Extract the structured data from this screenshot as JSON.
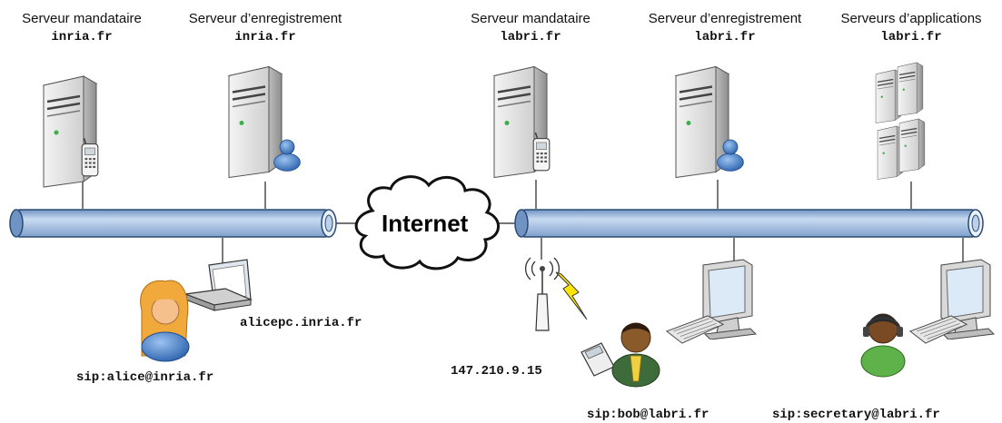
{
  "servers": [
    {
      "role": "Serveur mandataire",
      "domain": "inria.fr"
    },
    {
      "role": "Serveur d’enregistrement",
      "domain": "inria.fr"
    },
    {
      "role": "Serveur mandataire",
      "domain": "labri.fr"
    },
    {
      "role": "Serveur d’enregistrement",
      "domain": "labri.fr"
    },
    {
      "role": "Serveurs d’applications",
      "domain": "labri.fr"
    }
  ],
  "cloud": {
    "label": "Internet"
  },
  "clients": {
    "alice_pc": "alicepc.inria.fr",
    "alice_uri": "sip:alice@inria.fr",
    "bob_ip": "147.210.9.15",
    "bob_uri": "sip:bob@labri.fr",
    "secretary_uri": "sip:secretary@labri.fr"
  },
  "icons": [
    "server-tower-icon",
    "phone-icon",
    "user-icon",
    "laptop-icon",
    "wireless-access-point-icon",
    "lightning-icon",
    "desktop-computer-icon",
    "keyboard-icon",
    "mobile-phone-icon",
    "person-icon"
  ],
  "colors": {
    "pipe_fill": "#a9c4e4",
    "pipe_stroke": "#2b4a73",
    "server_body": "#ececec",
    "user_blue": "#3a78c9"
  }
}
